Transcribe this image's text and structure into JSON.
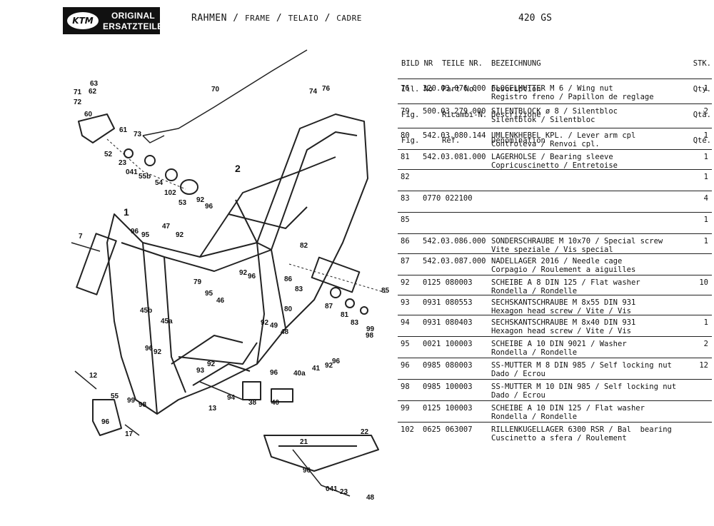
{
  "logo": {
    "brand": "KTM",
    "line1": "ORIGINAL",
    "line2": "ERSATZTEILE"
  },
  "title": {
    "de": "RAHMEN",
    "en": "FRAME",
    "it": "TELAIO",
    "fr": "CADRE",
    "sep": "/"
  },
  "model": "420 GS",
  "table": {
    "headers": {
      "bild": [
        "BILD NR",
        "Ill. No",
        "Fig.",
        "Fig."
      ],
      "teile": [
        "TEILE NR.",
        "Part No.",
        "Ricambi-N.",
        "Réf."
      ],
      "bez": [
        "BEZEICHNUNG",
        "Description",
        "Descrizione",
        "Dénomination"
      ],
      "stk": [
        "STK.",
        "Qty.",
        "Qtà.",
        "Qté."
      ]
    },
    "rows": [
      {
        "fig": "76",
        "part": "320.03.076.000",
        "desc1": "FLOGELMUTTER M 6 / Wing nut",
        "desc2": "Registro freno / Papillon de reglage",
        "qty": "1"
      },
      {
        "fig": "79",
        "part": "500.03.279.000",
        "desc1": "SILENTBLOCK ø 8 / Silentbloc",
        "desc2": "Silentblok / Silentbloc",
        "qty": "2"
      },
      {
        "fig": "80",
        "part": "542.03.080.144",
        "desc1": "UMLENKHEBEL KPL. / Lever arm cpl",
        "desc2": "Controleva / Renvoi cpl.",
        "qty": "1"
      },
      {
        "fig": "81",
        "part": "542.03.081.000",
        "desc1": "LAGERHOLSE / Bearing sleeve",
        "desc2": "Copricuscinetto / Entretoise",
        "qty": "1"
      },
      {
        "fig": "82",
        "part": "",
        "desc1": "",
        "desc2": "",
        "qty": "1"
      },
      {
        "fig": "83",
        "part": "0770 022100",
        "desc1": "",
        "desc2": "",
        "qty": "4"
      },
      {
        "fig": "85",
        "part": "",
        "desc1": "",
        "desc2": "",
        "qty": "1"
      },
      {
        "fig": "86",
        "part": "542.03.086.000",
        "desc1": "SONDERSCHRAUBE M 10x70 / Special screw",
        "desc2": "Vite speziale / Vis special",
        "qty": "1"
      },
      {
        "fig": "87",
        "part": "542.03.087.000",
        "desc1": "NADELLAGER 2016 / Needle cage",
        "desc2": "Corpagio / Roulement a aiguilles",
        "qty": ""
      },
      {
        "fig": "92",
        "part": "0125 080003",
        "desc1": "SCHEIBE A 8 DIN 125 / Flat washer",
        "desc2": "Rondella / Rondelle",
        "qty": "10"
      },
      {
        "fig": "93",
        "part": "0931 080553",
        "desc1": "SECHSKANTSCHRAUBE M 8x55 DIN 931",
        "desc2": "Hexagon head screw / Vite / Vis",
        "qty": ""
      },
      {
        "fig": "94",
        "part": "0931 080403",
        "desc1": "SECHSKANTSCHRAUBE M 8x40 DIN 931",
        "desc2": "Hexagon head screw / Vite / Vis",
        "qty": "1"
      },
      {
        "fig": "95",
        "part": "0021 100003",
        "desc1": "SCHEIBE A 10 DIN 9021 / Washer",
        "desc2": "Rondella / Rondelle",
        "qty": "2"
      },
      {
        "fig": "96",
        "part": "0985 080003",
        "desc1": "SS-MUTTER M 8 DIN 985 / Self locking nut",
        "desc2": "Dado / Ecrou",
        "qty": "12"
      },
      {
        "fig": "98",
        "part": "0985 100003",
        "desc1": "SS-MUTTER M 10 DIN 985 / Self locking nut",
        "desc2": "Dado / Ecrou",
        "qty": ""
      },
      {
        "fig": "99",
        "part": "0125 100003",
        "desc1": "SCHEIBE A 10 DIN 125 / Flat washer",
        "desc2": "Rondella / Rondelle",
        "qty": ""
      },
      {
        "fig": "102",
        "part": "0625 063007",
        "desc1": "RILLENKUGELLAGER 6300 RSR / Bal  bearing",
        "desc2": "Cuscinetto a sfera / Roulement",
        "qty": ""
      }
    ]
  },
  "diagram_labels": [
    "63",
    "62",
    "71",
    "72",
    "60",
    "61",
    "73",
    "70",
    "74",
    "76",
    "52",
    "23",
    "041",
    "55b",
    "54",
    "102",
    "53",
    "92",
    "96",
    "2",
    "1",
    "7",
    "96",
    "95",
    "47",
    "92",
    "82",
    "92",
    "96",
    "79",
    "95",
    "86",
    "83",
    "80",
    "87",
    "81",
    "83",
    "99",
    "98",
    "85",
    "46",
    "45b",
    "45a",
    "92",
    "49",
    "48",
    "96",
    "92",
    "93",
    "92",
    "96",
    "41",
    "92",
    "96",
    "40a",
    "12",
    "55",
    "99",
    "98",
    "96",
    "17",
    "94",
    "13",
    "38",
    "40",
    "21",
    "22",
    "96",
    "041",
    "23",
    "48"
  ]
}
